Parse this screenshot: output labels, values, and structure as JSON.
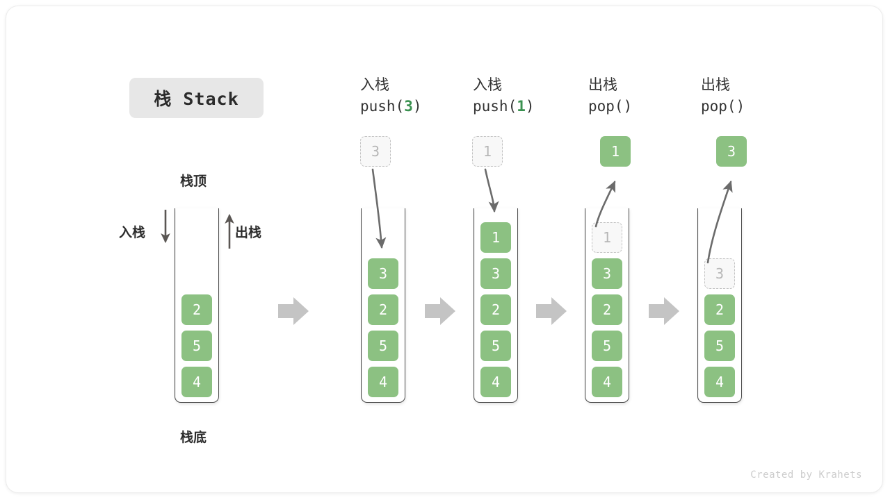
{
  "title": {
    "badge_label": "栈 Stack"
  },
  "legend": {
    "top_label": "栈顶",
    "bottom_label": "栈底",
    "push_label": "入栈",
    "pop_label": "出栈"
  },
  "credit": "Created by Krahets",
  "colors": {
    "element_green": "#8cc182",
    "arg_green": "#3a9150",
    "ghost_fill": "#f8f8f8",
    "ghost_border": "#c2c2c2",
    "ghost_text": "#b6b6b6",
    "tube_line": "#4a4a4a",
    "badge_bg": "#e7e7e7",
    "sep_arrow": "#c4c4c4",
    "curve_arrow": "#6b6b6b",
    "credit_text": "#cccccc"
  },
  "icons": {
    "separator": "right-arrow-icon",
    "push_direction": "down-arrow-icon",
    "pop_direction": "up-arrow-icon",
    "push_motion": "curved-down-arrow-icon",
    "pop_motion": "curved-up-arrow-icon"
  },
  "stages": [
    {
      "id": "initial",
      "header_line1": "",
      "header_line2": "",
      "op": "none",
      "floating": null,
      "ghost_in_stack": null,
      "elements": [
        "2",
        "5",
        "4"
      ]
    },
    {
      "id": "push-3",
      "header_line1": "入栈",
      "header_line2_prefix": "push(",
      "header_line2_arg": "3",
      "header_line2_suffix": ")",
      "op": "push",
      "floating": "3",
      "ghost_in_stack": null,
      "elements": [
        "3",
        "2",
        "5",
        "4"
      ]
    },
    {
      "id": "push-1",
      "header_line1": "入栈",
      "header_line2_prefix": "push(",
      "header_line2_arg": "1",
      "header_line2_suffix": ")",
      "op": "push",
      "floating": "1",
      "ghost_in_stack": null,
      "elements": [
        "1",
        "3",
        "2",
        "5",
        "4"
      ]
    },
    {
      "id": "pop-1",
      "header_line1": "出栈",
      "header_line2_prefix": "pop(",
      "header_line2_arg": "",
      "header_line2_suffix": ")",
      "op": "pop",
      "floating": "1",
      "ghost_in_stack": "1",
      "elements": [
        "3",
        "2",
        "5",
        "4"
      ]
    },
    {
      "id": "pop-3",
      "header_line1": "出栈",
      "header_line2_prefix": "pop(",
      "header_line2_arg": "",
      "header_line2_suffix": ")",
      "op": "pop",
      "floating": "3",
      "ghost_in_stack": "3",
      "elements": [
        "2",
        "5",
        "4"
      ]
    }
  ]
}
